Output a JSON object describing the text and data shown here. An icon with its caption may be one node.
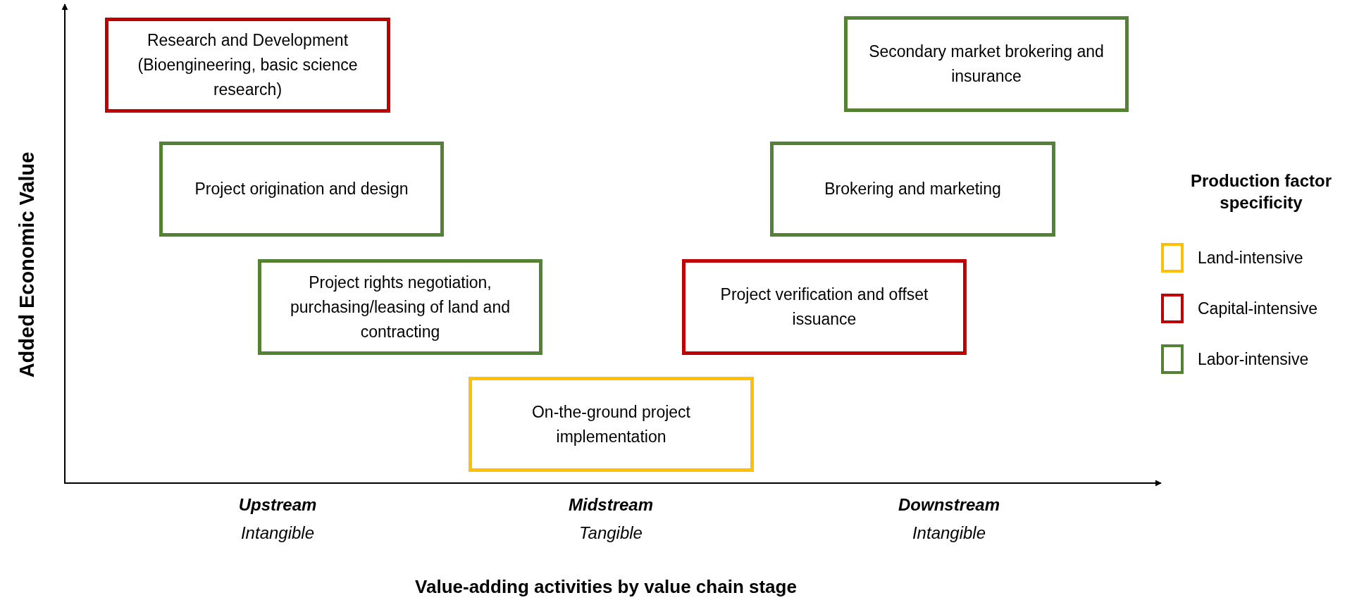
{
  "diagram": {
    "nodes": [
      {
        "text": [
          "Research and Development (Bioengineering, basic science research)"
        ]
      },
      {
        "text": [
          "Secondary market brokering and insurance"
        ]
      },
      {
        "text": [
          "Project origination and design"
        ]
      },
      {
        "text": [
          "Brokering and marketing"
        ]
      },
      {
        "text": [
          "Project rights negotiation, purchasing/leasing of land and contracting"
        ]
      },
      {
        "text": [
          "Project verification and offset issuance"
        ]
      },
      {
        "text": [
          "On-the-ground project implementation"
        ]
      }
    ],
    "labels": [
      "Added Economic Value",
      "Production factor specificity",
      "Upstream",
      "Intangible",
      "Midstream",
      "Tangible",
      "Downstream",
      "Intangible",
      "Value-adding activities by value chain stage"
    ],
    "legend": [
      {
        "text": "Land-intensive",
        "color": "#ffc000"
      },
      {
        "text": "Capital-intensive",
        "color": "#c00000"
      },
      {
        "text": "Labor-intensive",
        "color": "#548235"
      }
    ]
  }
}
